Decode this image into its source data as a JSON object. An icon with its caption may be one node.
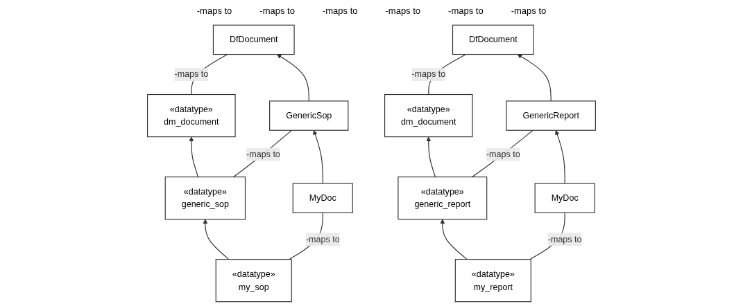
{
  "diagram": {
    "nodes": [
      {
        "text": [
          "«datatype»",
          "dm_document"
        ]
      },
      {
        "text": [
          "DfDocument"
        ]
      },
      {
        "text": [
          "«datatype»",
          "generic_sop"
        ]
      },
      {
        "text": [
          "GenericSop"
        ]
      },
      {
        "text": [
          "«datatype»",
          "my_sop"
        ]
      },
      {
        "text": [
          "MyDoc"
        ]
      },
      {
        "text": [
          "«datatype»",
          "dm_document"
        ]
      },
      {
        "text": [
          "DfDocument"
        ]
      },
      {
        "text": [
          "«datatype»",
          "generic_report"
        ]
      },
      {
        "text": [
          "GenericReport"
        ]
      },
      {
        "text": [
          "«datatype»",
          "my_report"
        ]
      },
      {
        "text": [
          "MyDoc"
        ]
      }
    ],
    "edges": [
      {
        "from": 0,
        "to": 1,
        "arrow": "none",
        "label": "-maps to"
      },
      {
        "from": 2,
        "to": 0,
        "arrow": "to"
      },
      {
        "from": 3,
        "to": 1,
        "arrow": "to"
      },
      {
        "from": 2,
        "to": 3,
        "arrow": "none",
        "label": "-maps to"
      },
      {
        "from": 4,
        "to": 2,
        "arrow": "to"
      },
      {
        "from": 5,
        "to": 3,
        "arrow": "to"
      },
      {
        "from": 4,
        "to": 5,
        "arrow": "none",
        "label": "-maps to"
      },
      {
        "from": 6,
        "to": 7,
        "arrow": "none",
        "label": "-maps to"
      },
      {
        "from": 8,
        "to": 6,
        "arrow": "to"
      },
      {
        "from": 9,
        "to": 7,
        "arrow": "to"
      },
      {
        "from": 8,
        "to": 9,
        "arrow": "none",
        "label": "-maps to"
      },
      {
        "from": 10,
        "to": 8,
        "arrow": "to"
      },
      {
        "from": 11,
        "to": 9,
        "arrow": "to"
      },
      {
        "from": 10,
        "to": 11,
        "arrow": "none",
        "label": "-maps to"
      }
    ],
    "labels": [
      "-maps to",
      "-maps to",
      "-maps to",
      "-maps to",
      "-maps to",
      "-maps to"
    ]
  }
}
